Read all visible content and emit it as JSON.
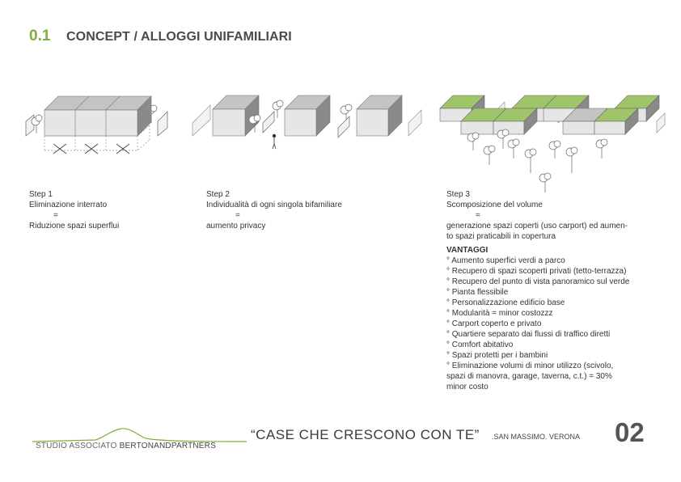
{
  "header": {
    "section_number": "0.1",
    "title": "CONCEPT / ALLOGGI UNIFAMILIARI"
  },
  "colors": {
    "accent_green": "#7fae3a",
    "roof_green": "#9fc46a",
    "box_front": "#e6e6e6",
    "box_top": "#c4c4c4",
    "box_side": "#8a8a8a"
  },
  "steps": [
    {
      "label": "Step 1",
      "line1": "Eliminazione interrato",
      "equals": "=",
      "line2": "Riduzione spazi superflui"
    },
    {
      "label": "Step 2",
      "line1": "Individualità di ogni singola  bifamiliare",
      "equals": "=",
      "line2": "aumento privacy"
    },
    {
      "label": "Step 3",
      "line1": "Scomposizione del volume",
      "equals": "=",
      "line2a": "generazione spazi coperti (uso carport) ed aumen-",
      "line2b": "to spazi praticabili in copertura"
    }
  ],
  "vantaggi": {
    "title": "VANTAGGI",
    "items": [
      "° Aumento superfici verdi a parco",
      "° Recupero di spazi scoperti privati (tetto-terrazza)",
      "° Recupero del punto di vista panoramico sul verde",
      "° Pianta flessibile",
      "° Personalizzazione edificio base",
      "° Modularità = minor costozzz",
      "° Carport coperto e privato",
      "° Quartiere separato dai flussi di traffico diretti",
      "° Comfort abitativo",
      "° Spazi protetti per i bambini",
      "° Eliminazione volumi di minor utilizzo (scivolo,",
      "spazi di manovra, garage, taverna, c.t.) = 30%",
      "minor costo"
    ]
  },
  "footer": {
    "logo_prefix": "STUDIO ASSOCIATO ",
    "logo_brand": "BERTONANDPARTNERS",
    "slogan": "“CASE CHE CRESCONO CON TE”",
    "place": ".SAN MASSIMO. VERONA",
    "page_number": "02"
  }
}
